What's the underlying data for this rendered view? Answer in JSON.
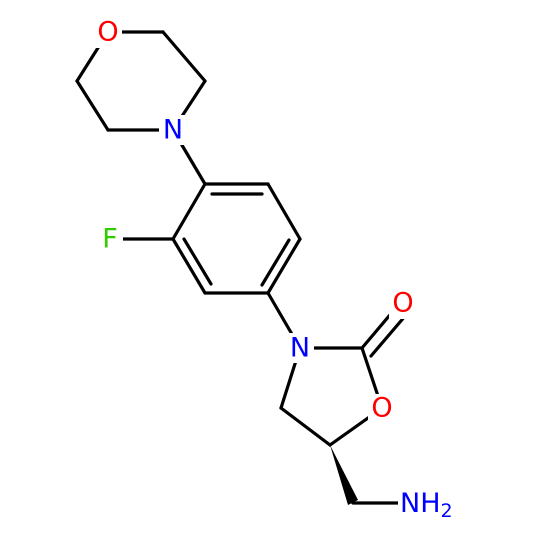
{
  "colors": {
    "bond": "#000000",
    "O": "#ff0000",
    "N": "#0000ff",
    "F": "#33cc00",
    "background": "#ffffff"
  },
  "atoms": [
    {
      "id": "O_morph",
      "element": "O",
      "label": "O"
    },
    {
      "id": "N_morph",
      "element": "N",
      "label": "N"
    },
    {
      "id": "F",
      "element": "F",
      "label": "F"
    },
    {
      "id": "N_ox",
      "element": "N",
      "label": "N"
    },
    {
      "id": "O_carbonyl",
      "element": "O",
      "label": "O"
    },
    {
      "id": "O_ring",
      "element": "O",
      "label": "O"
    },
    {
      "id": "NH2",
      "element": "N",
      "label": "NH",
      "subscript": "2"
    }
  ]
}
